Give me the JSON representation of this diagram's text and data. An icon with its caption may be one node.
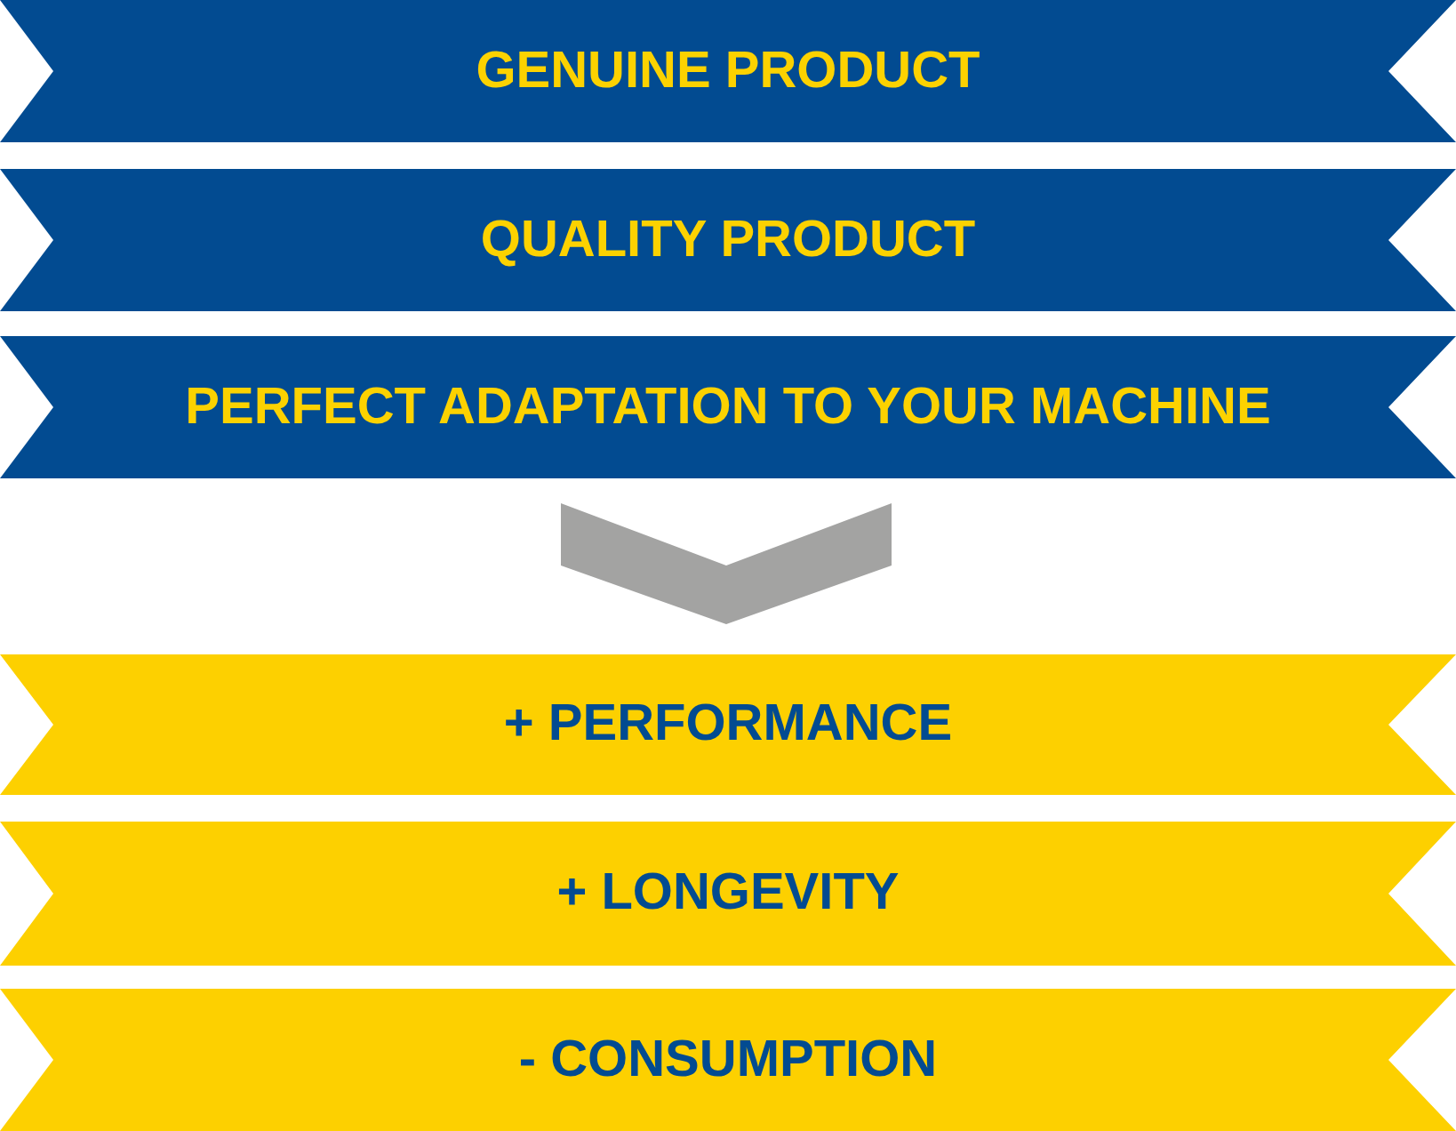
{
  "diagram": {
    "nodes": [
      {
        "text": [
          "GENUINE PRODUCT"
        ]
      },
      {
        "text": [
          "QUALITY PRODUCT"
        ]
      },
      {
        "text": [
          "PERFECT ADAPTATION TO YOUR MACHINE"
        ]
      },
      {
        "text": [
          "+ PERFORMANCE"
        ]
      },
      {
        "text": [
          "+ LONGEVITY"
        ]
      },
      {
        "text": [
          "- CONSUMPTION"
        ]
      }
    ],
    "edges": [
      {
        "from": 2,
        "to": 3,
        "arrow": "to"
      }
    ]
  }
}
